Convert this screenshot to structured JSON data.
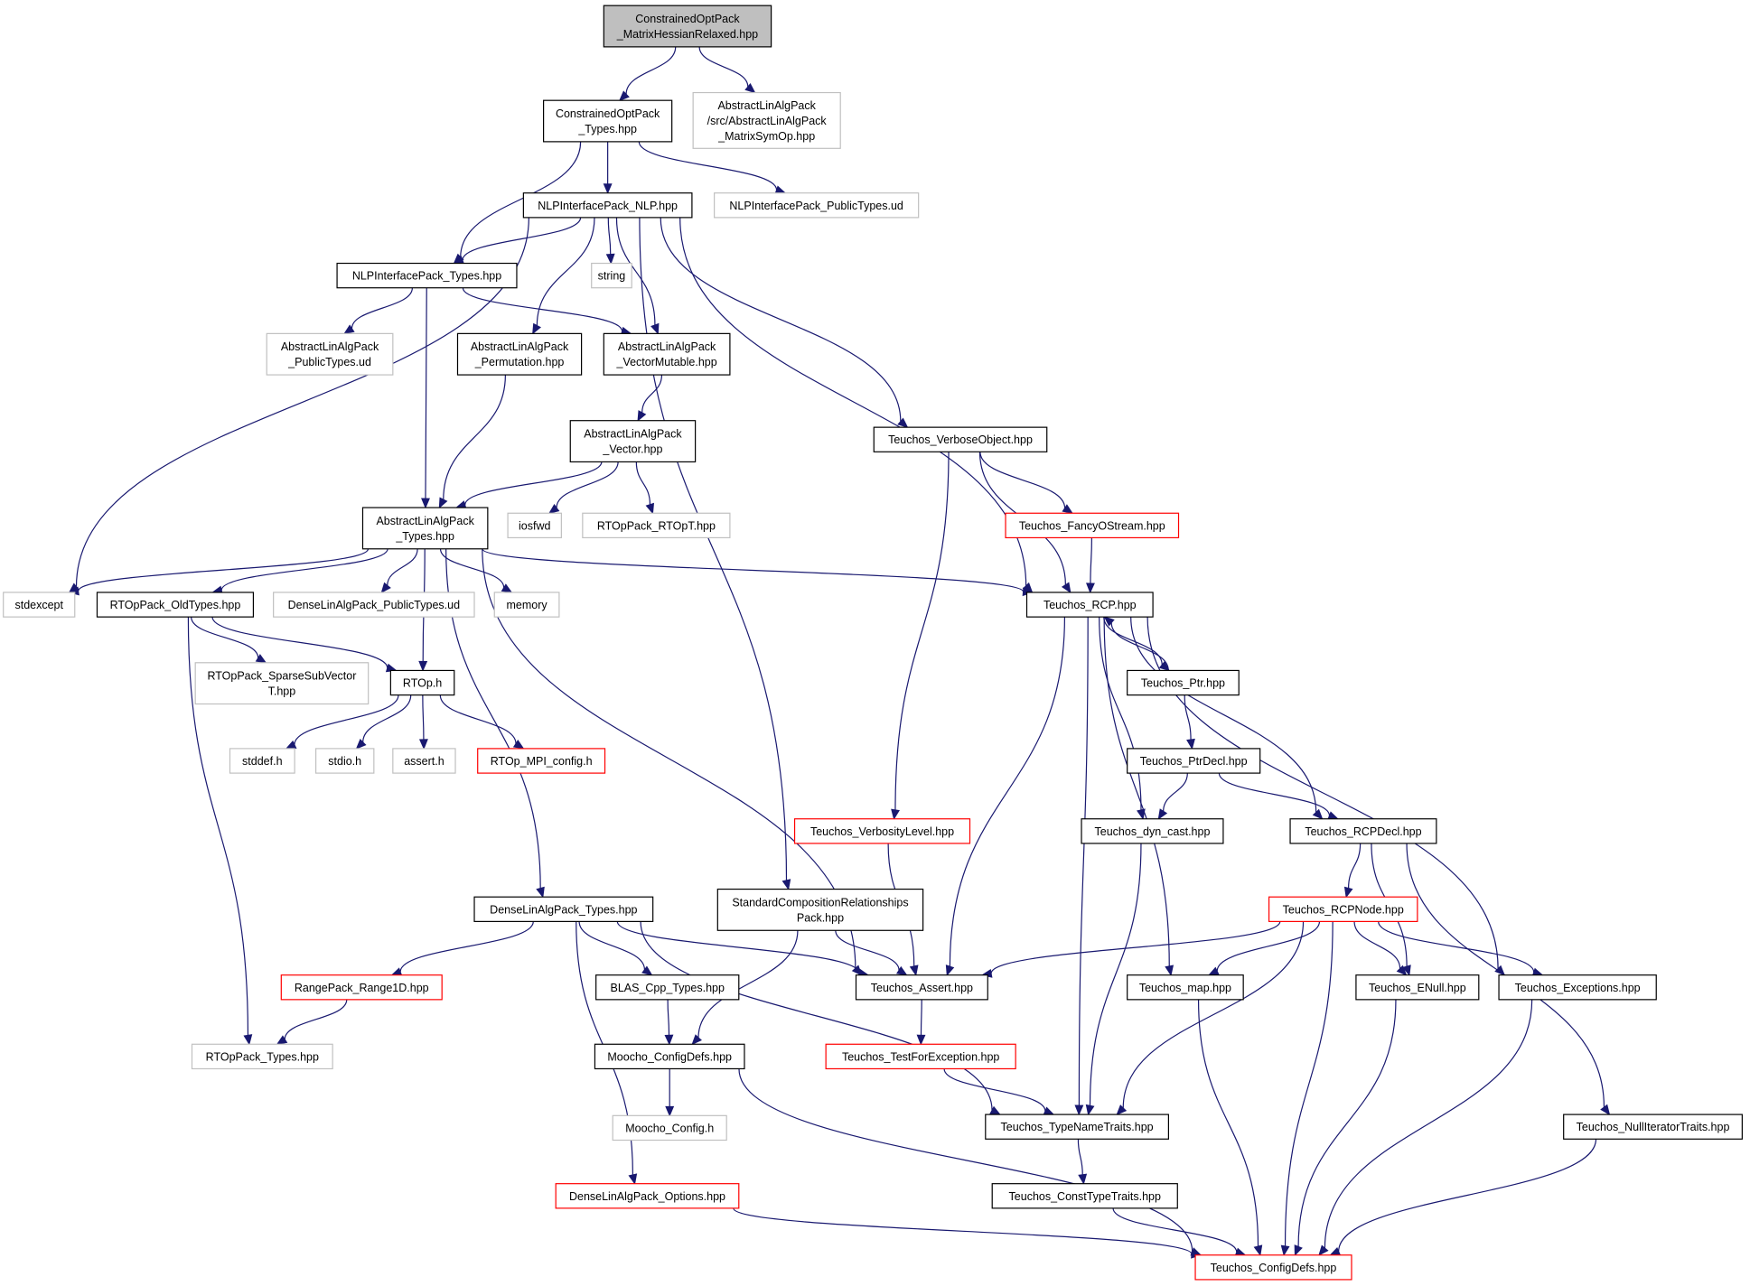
{
  "diagram": {
    "style": {
      "root_fill": "#bfbfbf",
      "normal_stroke": "#000000",
      "external_stroke": "#c0c0c0",
      "truncated_stroke": "#ff0000",
      "edge_color": "#191970",
      "background": "#ffffff"
    },
    "nodes": [
      {
        "id": "root",
        "lines": [
          "ConstrainedOptPack",
          "_MatrixHessianRelaxed.hpp"
        ],
        "kind": "root"
      },
      {
        "id": "cop_types",
        "lines": [
          "ConstrainedOptPack",
          "_Types.hpp"
        ],
        "kind": "normal"
      },
      {
        "id": "symop",
        "lines": [
          "AbstractLinAlgPack",
          "/src/AbstractLinAlgPack",
          "_MatrixSymOp.hpp"
        ],
        "kind": "external"
      },
      {
        "id": "nlp",
        "lines": [
          "NLPInterfacePack_NLP.hpp"
        ],
        "kind": "normal"
      },
      {
        "id": "nlp_pubtypes",
        "lines": [
          "NLPInterfacePack_PublicTypes.ud"
        ],
        "kind": "external"
      },
      {
        "id": "nlp_types",
        "lines": [
          "NLPInterfacePack_Types.hpp"
        ],
        "kind": "normal"
      },
      {
        "id": "string",
        "lines": [
          "string"
        ],
        "kind": "external"
      },
      {
        "id": "alap_pubtypes",
        "lines": [
          "AbstractLinAlgPack",
          "_PublicTypes.ud"
        ],
        "kind": "external"
      },
      {
        "id": "alap_perm",
        "lines": [
          "AbstractLinAlgPack",
          "_Permutation.hpp"
        ],
        "kind": "normal"
      },
      {
        "id": "alap_vecmut",
        "lines": [
          "AbstractLinAlgPack",
          "_VectorMutable.hpp"
        ],
        "kind": "normal"
      },
      {
        "id": "alap_vec",
        "lines": [
          "AbstractLinAlgPack",
          "_Vector.hpp"
        ],
        "kind": "normal"
      },
      {
        "id": "verbose",
        "lines": [
          "Teuchos_VerboseObject.hpp"
        ],
        "kind": "normal"
      },
      {
        "id": "alap_types",
        "lines": [
          "AbstractLinAlgPack",
          "_Types.hpp"
        ],
        "kind": "normal"
      },
      {
        "id": "iosfwd",
        "lines": [
          "iosfwd"
        ],
        "kind": "external"
      },
      {
        "id": "rtopt",
        "lines": [
          "RTOpPack_RTOpT.hpp"
        ],
        "kind": "external"
      },
      {
        "id": "fancy",
        "lines": [
          "Teuchos_FancyOStream.hpp"
        ],
        "kind": "truncated"
      },
      {
        "id": "stdexcept",
        "lines": [
          "stdexcept"
        ],
        "kind": "external"
      },
      {
        "id": "rtop_old",
        "lines": [
          "RTOpPack_OldTypes.hpp"
        ],
        "kind": "normal"
      },
      {
        "id": "dlap_pubtypes",
        "lines": [
          "DenseLinAlgPack_PublicTypes.ud"
        ],
        "kind": "external"
      },
      {
        "id": "memory",
        "lines": [
          "memory"
        ],
        "kind": "external"
      },
      {
        "id": "rcp",
        "lines": [
          "Teuchos_RCP.hpp"
        ],
        "kind": "normal"
      },
      {
        "id": "sparse",
        "lines": [
          "RTOpPack_SparseSubVector",
          "T.hpp"
        ],
        "kind": "external"
      },
      {
        "id": "rtoph",
        "lines": [
          "RTOp.h"
        ],
        "kind": "normal"
      },
      {
        "id": "ptr",
        "lines": [
          "Teuchos_Ptr.hpp"
        ],
        "kind": "normal"
      },
      {
        "id": "ptrdecl",
        "lines": [
          "Teuchos_PtrDecl.hpp"
        ],
        "kind": "normal"
      },
      {
        "id": "stddef",
        "lines": [
          "stddef.h"
        ],
        "kind": "external"
      },
      {
        "id": "stdio",
        "lines": [
          "stdio.h"
        ],
        "kind": "external"
      },
      {
        "id": "assert_h",
        "lines": [
          "assert.h"
        ],
        "kind": "external"
      },
      {
        "id": "mpi",
        "lines": [
          "RTOp_MPI_config.h"
        ],
        "kind": "truncated"
      },
      {
        "id": "verbosity",
        "lines": [
          "Teuchos_VerbosityLevel.hpp"
        ],
        "kind": "truncated"
      },
      {
        "id": "dyncast",
        "lines": [
          "Teuchos_dyn_cast.hpp"
        ],
        "kind": "normal"
      },
      {
        "id": "rcpdecl",
        "lines": [
          "Teuchos_RCPDecl.hpp"
        ],
        "kind": "normal"
      },
      {
        "id": "dlap_types",
        "lines": [
          "DenseLinAlgPack_Types.hpp"
        ],
        "kind": "normal"
      },
      {
        "id": "scr",
        "lines": [
          "StandardCompositionRelationships",
          "Pack.hpp"
        ],
        "kind": "normal"
      },
      {
        "id": "rcpnode",
        "lines": [
          "Teuchos_RCPNode.hpp"
        ],
        "kind": "truncated"
      },
      {
        "id": "range",
        "lines": [
          "RangePack_Range1D.hpp"
        ],
        "kind": "truncated"
      },
      {
        "id": "blas",
        "lines": [
          "BLAS_Cpp_Types.hpp"
        ],
        "kind": "normal"
      },
      {
        "id": "tassert",
        "lines": [
          "Teuchos_Assert.hpp"
        ],
        "kind": "normal"
      },
      {
        "id": "tmap",
        "lines": [
          "Teuchos_map.hpp"
        ],
        "kind": "normal"
      },
      {
        "id": "enull",
        "lines": [
          "Teuchos_ENull.hpp"
        ],
        "kind": "normal"
      },
      {
        "id": "exceptions",
        "lines": [
          "Teuchos_Exceptions.hpp"
        ],
        "kind": "normal"
      },
      {
        "id": "rtop_types",
        "lines": [
          "RTOpPack_Types.hpp"
        ],
        "kind": "external"
      },
      {
        "id": "mconfigdefs",
        "lines": [
          "Moocho_ConfigDefs.hpp"
        ],
        "kind": "normal"
      },
      {
        "id": "testfor",
        "lines": [
          "Teuchos_TestForException.hpp"
        ],
        "kind": "truncated"
      },
      {
        "id": "mconfigh",
        "lines": [
          "Moocho_Config.h"
        ],
        "kind": "external"
      },
      {
        "id": "typename",
        "lines": [
          "Teuchos_TypeNameTraits.hpp"
        ],
        "kind": "normal"
      },
      {
        "id": "nulliter",
        "lines": [
          "Teuchos_NullIteratorTraits.hpp"
        ],
        "kind": "normal"
      },
      {
        "id": "dlap_opts",
        "lines": [
          "DenseLinAlgPack_Options.hpp"
        ],
        "kind": "truncated"
      },
      {
        "id": "consttype",
        "lines": [
          "Teuchos_ConstTypeTraits.hpp"
        ],
        "kind": "normal"
      },
      {
        "id": "tconfigdefs",
        "lines": [
          "Teuchos_ConfigDefs.hpp"
        ],
        "kind": "truncated"
      }
    ],
    "edges": [
      [
        "root",
        "cop_types"
      ],
      [
        "root",
        "symop"
      ],
      [
        "cop_types",
        "nlp"
      ],
      [
        "cop_types",
        "nlp_types"
      ],
      [
        "cop_types",
        "nlp_pubtypes"
      ],
      [
        "nlp",
        "nlp_types"
      ],
      [
        "nlp",
        "string"
      ],
      [
        "nlp",
        "alap_perm"
      ],
      [
        "nlp",
        "alap_vecmut"
      ],
      [
        "nlp",
        "stdexcept"
      ],
      [
        "nlp",
        "verbose"
      ],
      [
        "nlp",
        "rcp"
      ],
      [
        "nlp",
        "scr"
      ],
      [
        "nlp_types",
        "alap_pubtypes"
      ],
      [
        "nlp_types",
        "alap_vecmut"
      ],
      [
        "nlp_types",
        "alap_types"
      ],
      [
        "alap_perm",
        "alap_types"
      ],
      [
        "alap_vecmut",
        "alap_vec"
      ],
      [
        "alap_vec",
        "alap_types"
      ],
      [
        "alap_vec",
        "iosfwd"
      ],
      [
        "alap_vec",
        "rtopt"
      ],
      [
        "alap_types",
        "stdexcept"
      ],
      [
        "alap_types",
        "rtop_old"
      ],
      [
        "alap_types",
        "dlap_pubtypes"
      ],
      [
        "alap_types",
        "memory"
      ],
      [
        "alap_types",
        "rcp"
      ],
      [
        "alap_types",
        "rtoph"
      ],
      [
        "alap_types",
        "dlap_types"
      ],
      [
        "alap_types",
        "tassert"
      ],
      [
        "verbose",
        "fancy"
      ],
      [
        "verbose",
        "rcp"
      ],
      [
        "verbose",
        "verbosity"
      ],
      [
        "fancy",
        "rcp"
      ],
      [
        "rtop_old",
        "sparse"
      ],
      [
        "rtop_old",
        "rtoph"
      ],
      [
        "rtop_old",
        "rtop_types"
      ],
      [
        "rtoph",
        "stddef"
      ],
      [
        "rtoph",
        "stdio"
      ],
      [
        "rtoph",
        "assert_h"
      ],
      [
        "rtoph",
        "mpi"
      ],
      [
        "rcp",
        "ptr"
      ],
      [
        "rcp",
        "dyncast"
      ],
      [
        "rcp",
        "rcpdecl"
      ],
      [
        "rcp",
        "tassert"
      ],
      [
        "rcp",
        "tmap"
      ],
      [
        "rcp",
        "exceptions"
      ],
      [
        "rcp",
        "typename"
      ],
      [
        "ptr",
        "rcp"
      ],
      [
        "ptr",
        "ptrdecl"
      ],
      [
        "ptrdecl",
        "dyncast"
      ],
      [
        "ptrdecl",
        "rcpdecl"
      ],
      [
        "rcpdecl",
        "rcpnode"
      ],
      [
        "rcpdecl",
        "enull"
      ],
      [
        "rcpdecl",
        "nulliter"
      ],
      [
        "rcpnode",
        "tassert"
      ],
      [
        "rcpnode",
        "tmap"
      ],
      [
        "rcpnode",
        "enull"
      ],
      [
        "rcpnode",
        "exceptions"
      ],
      [
        "rcpnode",
        "typename"
      ],
      [
        "rcpnode",
        "tconfigdefs"
      ],
      [
        "dyncast",
        "typename"
      ],
      [
        "verbosity",
        "tassert"
      ],
      [
        "dlap_types",
        "range"
      ],
      [
        "dlap_types",
        "blas"
      ],
      [
        "dlap_types",
        "tassert"
      ],
      [
        "dlap_types",
        "typename"
      ],
      [
        "dlap_types",
        "dlap_opts"
      ],
      [
        "scr",
        "tassert"
      ],
      [
        "scr",
        "mconfigdefs"
      ],
      [
        "range",
        "rtop_types"
      ],
      [
        "blas",
        "mconfigdefs"
      ],
      [
        "tassert",
        "testfor"
      ],
      [
        "testfor",
        "typename"
      ],
      [
        "mconfigdefs",
        "mconfigh"
      ],
      [
        "mconfigdefs",
        "tconfigdefs"
      ],
      [
        "typename",
        "consttype"
      ],
      [
        "consttype",
        "tconfigdefs"
      ],
      [
        "tmap",
        "tconfigdefs"
      ],
      [
        "enull",
        "tconfigdefs"
      ],
      [
        "exceptions",
        "tconfigdefs"
      ],
      [
        "nulliter",
        "tconfigdefs"
      ],
      [
        "dlap_opts",
        "tconfigdefs"
      ]
    ]
  }
}
